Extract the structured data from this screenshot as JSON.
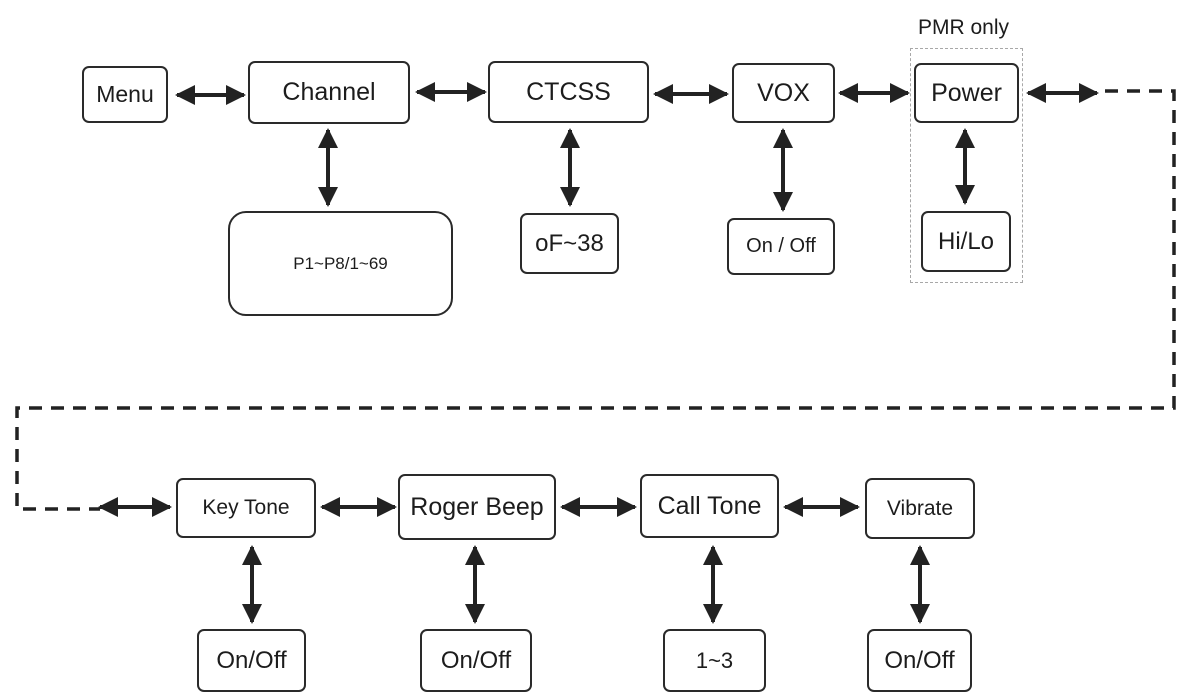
{
  "top_row": {
    "menu": "Menu",
    "channel": "Channel",
    "ctcss": "CTCSS",
    "vox": "VOX",
    "power": "Power"
  },
  "top_values": {
    "channel": "P1~P8/1~69",
    "ctcss": "oF~38",
    "vox": "On / Off",
    "power": "Hi/Lo"
  },
  "pmr_note": "PMR only",
  "bottom_row": {
    "key_tone": "Key Tone",
    "roger_beep": "Roger Beep",
    "call_tone": "Call Tone",
    "vibrate": "Vibrate"
  },
  "bottom_values": {
    "key_tone": "On/Off",
    "roger_beep": "On/Off",
    "call_tone": "1~3",
    "vibrate": "On/Off"
  }
}
